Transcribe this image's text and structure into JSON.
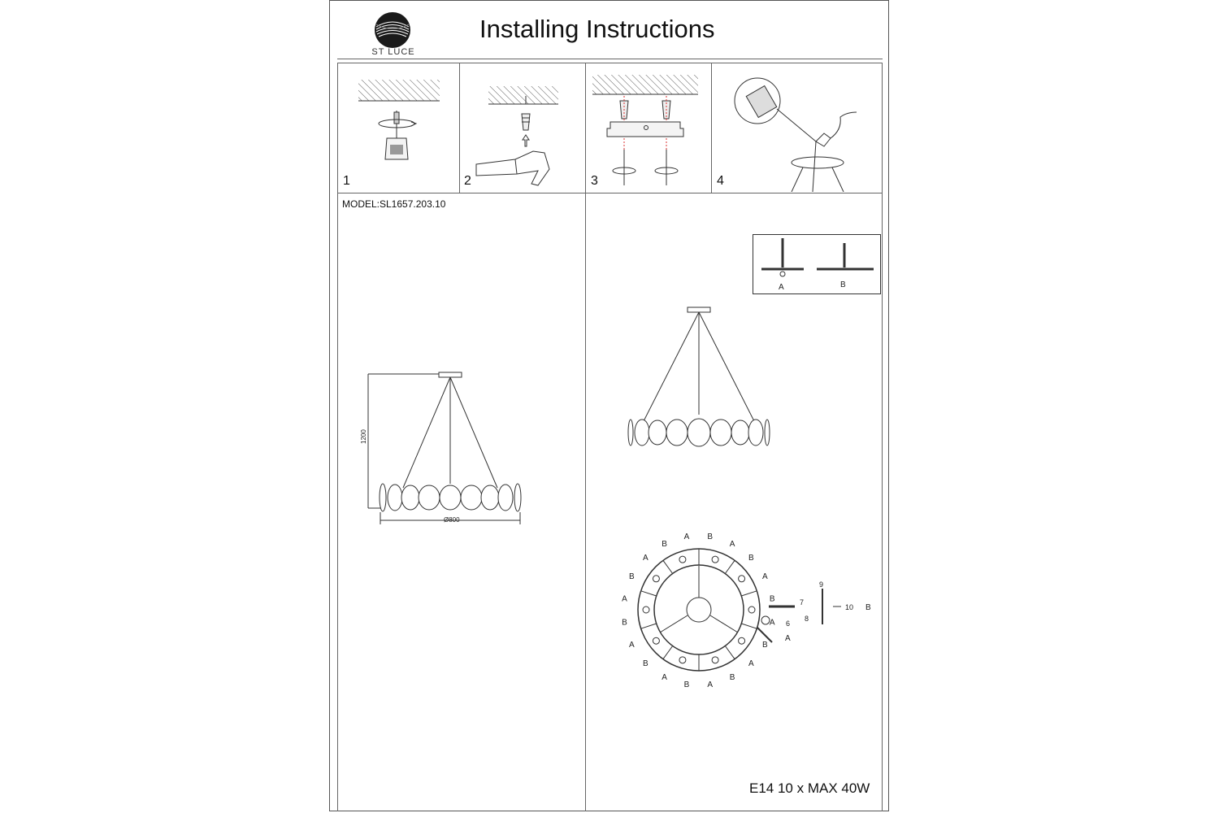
{
  "header": {
    "brand": "ST LUCE",
    "title": "Installing Instructions"
  },
  "steps": [
    {
      "number": "1"
    },
    {
      "number": "2"
    },
    {
      "number": "3"
    },
    {
      "number": "4"
    }
  ],
  "model": "MODEL:SL1657.203.10",
  "dimensions": {
    "height": "1200",
    "diameter": "Ø800"
  },
  "legend": {
    "a": "A",
    "b": "B"
  },
  "parts": {
    "p6": "6",
    "p7": "7",
    "p8": "8",
    "p9": "9",
    "p10": "10",
    "b": "B",
    "a": "A"
  },
  "ring_labels": [
    "B",
    "A",
    "B",
    "A",
    "B",
    "A",
    "B",
    "A",
    "B",
    "A",
    "B",
    "A",
    "B",
    "A",
    "B",
    "A",
    "B",
    "A",
    "B",
    "A"
  ],
  "spec": "E14 10 x MAX 40W"
}
